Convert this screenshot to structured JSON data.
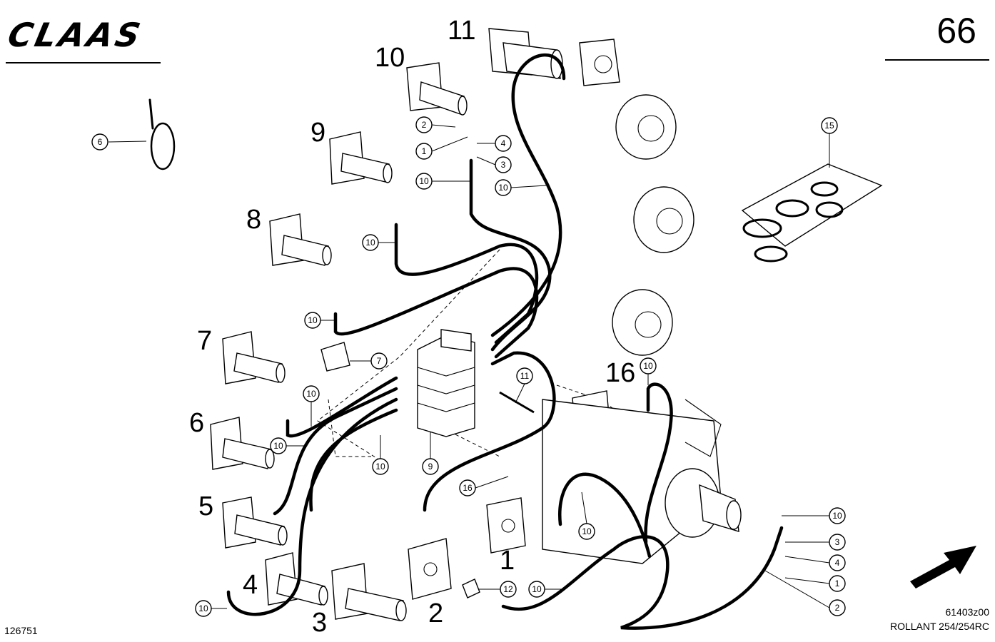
{
  "header": {
    "brand": "CLAAS",
    "page_number": "66"
  },
  "footer": {
    "doc_number": "126751",
    "drawing_code": "61403z00",
    "model": "ROLLANT 254/254RC"
  },
  "position_numbers": [
    "11",
    "10",
    "9",
    "8",
    "7",
    "6",
    "5",
    "4",
    "3",
    "2",
    "1",
    "16"
  ],
  "callouts": {
    "tie": "6",
    "seal_kit": "15",
    "c2a": "2",
    "c1a": "1",
    "c4a": "4",
    "c3a": "3",
    "c10a": "10",
    "c10b": "10",
    "c10c": "10",
    "c10d": "10",
    "clip": "7",
    "bolt": "11",
    "c10e": "10",
    "c10f": "10",
    "c10g": "10",
    "valve": "9",
    "c16": "16",
    "c10h": "10",
    "c10i": "10",
    "c12": "12",
    "c10j": "10",
    "c10k": "10",
    "c10l": "10",
    "c3b": "3",
    "c4b": "4",
    "c1b": "1",
    "c2b": "2"
  }
}
